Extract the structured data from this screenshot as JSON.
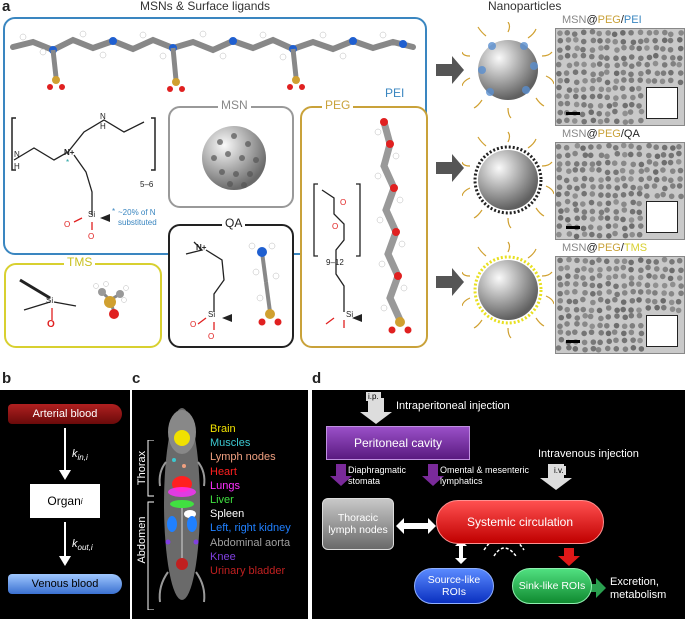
{
  "panel_a": {
    "label": "a",
    "section_left": "MSNs & Surface ligands",
    "section_right": "Nanoparticles",
    "pei": {
      "title": "PEI",
      "nh": "N",
      "h": "H",
      "nplus": "N+",
      "star": "*",
      "repeat": "5–6",
      "si": "Si",
      "o": "O",
      "note_star": "*",
      "note": "~20% of N substituted"
    },
    "msn": {
      "title": "MSN"
    },
    "qa": {
      "title": "QA",
      "nplus": "N+",
      "si": "Si",
      "o": "O"
    },
    "peg": {
      "title": "PEG",
      "o": "O",
      "repeat": "9–12",
      "si": "Si"
    },
    "tms": {
      "title": "TMS",
      "si": "Si",
      "o": "O"
    },
    "tem_titles": [
      {
        "p1": "MSN",
        "at": "@",
        "p2": "PEG",
        "slash": "/",
        "p3": "PEI"
      },
      {
        "p1": "MSN",
        "at": "@",
        "p2": "PEG",
        "slash": "/",
        "p3": "QA"
      },
      {
        "p1": "MSN",
        "at": "@",
        "p2": "PEG",
        "slash": "/",
        "p3": "TMS"
      }
    ]
  },
  "panel_b": {
    "label": "b",
    "arterial": "Arterial blood",
    "k_in": "k",
    "k_in_sub": "in,i",
    "organ": "Organ",
    "organ_sub": "i",
    "k_out": "k",
    "k_out_sub": "out,i",
    "venous": "Venous blood"
  },
  "panel_c": {
    "label": "c",
    "thorax": "Thorax",
    "abdomen": "Abdomen",
    "organs": [
      {
        "name": "Brain",
        "color": "#f0e000"
      },
      {
        "name": "Muscles",
        "color": "#3cc8d0"
      },
      {
        "name": "Lymph nodes",
        "color": "#f0a080"
      },
      {
        "name": "Heart",
        "color": "#ff2020"
      },
      {
        "name": "Lungs",
        "color": "#ff30ff"
      },
      {
        "name": "Liver",
        "color": "#40e040"
      },
      {
        "name": "Spleen",
        "color": "#ffffff"
      },
      {
        "name": "Left, right kidney",
        "color": "#2080ff"
      },
      {
        "name": "Abdominal aorta",
        "color": "#a0a0a0"
      },
      {
        "name": "Knee",
        "color": "#8040e0"
      },
      {
        "name": "Urinary bladder",
        "color": "#c02020"
      }
    ]
  },
  "panel_d": {
    "label": "d",
    "ip": "i.p.",
    "ip_label": "Intraperitoneal injection",
    "peritoneal": "Peritoneal cavity",
    "diaphragmatic": "Diaphragmatic stomata",
    "omental": "Omental & mesenteric lymphatics",
    "iv_label": "Intravenous injection",
    "iv": "i.v.",
    "thoracic": "Thoracic lymph nodes",
    "systemic": "Systemic circulation",
    "source": "Source-like ROIs",
    "sink": "Sink-like ROIs",
    "excretion": "Excretion, metabolism"
  }
}
